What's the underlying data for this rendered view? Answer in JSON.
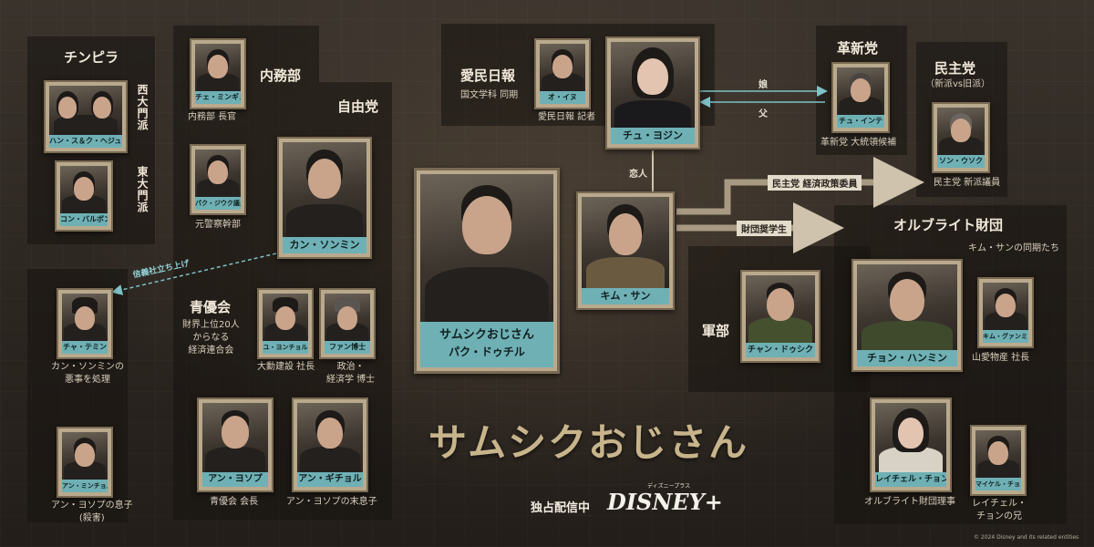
{
  "colors": {
    "accent": "#6fb0b5",
    "title_gold": "#c7b48b",
    "line": "#cfc3ad"
  },
  "groups": {
    "chinpira": "チンピラ",
    "naimubu": "内務部",
    "jiyuto": "自由党",
    "aimin": "愛民日報",
    "aimin_sub": "国文学科 同期",
    "kakushin": "革新党",
    "minshu": "民主党",
    "minshu_sub": "（新派vs旧派）",
    "seiyukai": "青優会",
    "seiyukai_sub": "財界上位20人\nからなる\n経済連合会",
    "albright": "オルブライト財団",
    "albright_sub": "キム・サンの同期たち",
    "gunbu": "軍部"
  },
  "vertical": {
    "seidaimon": "西大門派",
    "higashidaimon": "東大門派"
  },
  "people": {
    "han_ku": {
      "name": "ハン・ス＆ク・ヘジュン"
    },
    "kon": {
      "name": "コン・バルボン"
    },
    "choe": {
      "name": "チェ・ミンギュ",
      "role": "内務部 長官"
    },
    "paku": {
      "name": "パク・ジウク議員",
      "role": "元警察幹部"
    },
    "kan": {
      "name": "カン・ソンミン"
    },
    "oie": {
      "name": "オ・イヌ",
      "role": "愛民日報 記者"
    },
    "chu": {
      "name": "チュ・ヨジン"
    },
    "chuinte": {
      "name": "チュ・インテ",
      "role": "革新党 大統領候補"
    },
    "son": {
      "name": "ソン・ウソク",
      "role": "民主党 新派議員"
    },
    "samsik": {
      "name1": "サムシクおじさん",
      "name2": "パク・ドゥチル"
    },
    "kimsan": {
      "name": "キム・サン"
    },
    "chamin": {
      "name": "チャ・テミン",
      "role": "カン・ソンミンの\n悪事を処理"
    },
    "yu": {
      "name": "ユ・ヨンチョル",
      "role": "大勳建設 社長"
    },
    "fan": {
      "name": "ファン博士",
      "role": "政治・\n経済学 博士"
    },
    "anyosop": {
      "name": "アン・ヨソプ",
      "role": "青優会 会長"
    },
    "angichol": {
      "name": "アン・ギチョル",
      "role": "アン・ヨソプの末息子"
    },
    "anminchol": {
      "name": "アン・ミンチョル",
      "role": "アン・ヨソプの息子\n(殺害)"
    },
    "chan": {
      "name": "チャン・ドゥシク"
    },
    "chon": {
      "name": "チョン・ハンミン"
    },
    "kimgyan": {
      "name": "キム・グァンミン",
      "role": "山愛物産 社長"
    },
    "reichel": {
      "name": "レイチェル・チョン",
      "role": "オルブライト財団理事"
    },
    "maikel": {
      "name": "マイケル・チョン",
      "role": "レイチェル・\nチョンの兄"
    }
  },
  "relations": {
    "musume": "娘",
    "chichi": "父",
    "koibito": "恋人",
    "minshu_iin": "民主党 経済政策委員",
    "shogakusei": "財団奨学生",
    "shingi": "信義社立ち上げ"
  },
  "footer": {
    "logo": "サムシクおじさん",
    "exclusive": "独占配信中",
    "disney_small": "ディズニープラス",
    "disney": "DISNEY+",
    "copyright": "© 2024 Disney and its related entities"
  }
}
